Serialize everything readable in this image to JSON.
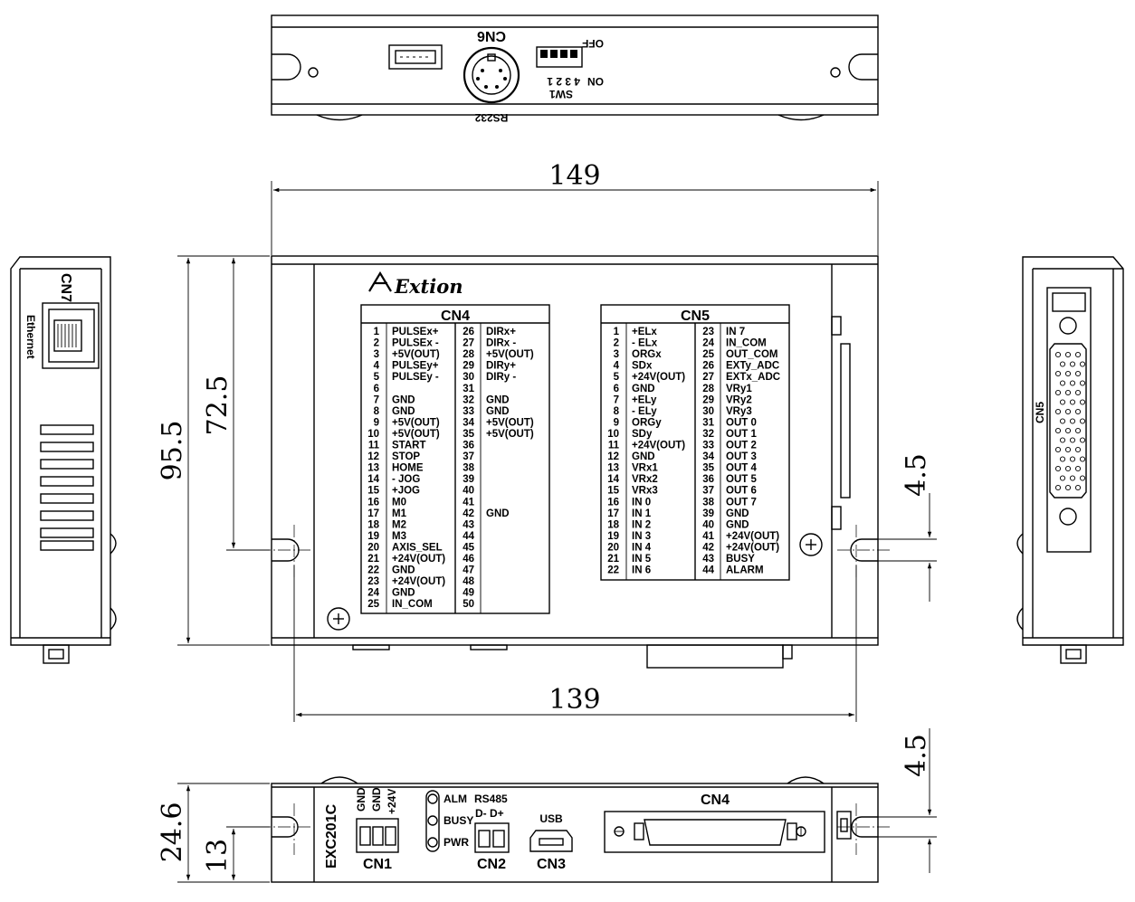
{
  "brand": "Extion",
  "model": "EXC201C",
  "dimensions": {
    "width_overall": "149",
    "width_mount": "139",
    "height_overall": "95.5",
    "height_mount": "72.5",
    "mount_hole_offset_side": "4.5",
    "mount_hole_offset_front": "4.5",
    "depth": "24.6",
    "hole_height": "13"
  },
  "top_view": {
    "cn6_label": "CN6",
    "rs232_label": "RS232",
    "off_label": "OFF",
    "on_label": "ON",
    "dip_numbers": "4 3 2 1",
    "sw1_label": "SW1"
  },
  "left_view": {
    "cn7_label": "CN7",
    "ethernet_label": "Ethernet"
  },
  "right_view": {
    "cn5_label": "CN5"
  },
  "front_view": {
    "model": "EXC201C",
    "cn1_label": "CN1",
    "cn1_pins": [
      "GND",
      "GND",
      "+24V"
    ],
    "leds": [
      "ALM",
      "BUSY",
      "PWR"
    ],
    "rs485_label": "RS485",
    "rs485_pins": "D- D+",
    "cn2_label": "CN2",
    "usb_label": "USB",
    "cn3_label": "CN3",
    "cn4_label": "CN4"
  },
  "cn4": {
    "title": "CN4",
    "rows": [
      [
        "1",
        "PULSEx+",
        "26",
        "DIRx+"
      ],
      [
        "2",
        "PULSEx -",
        "27",
        "DIRx -"
      ],
      [
        "3",
        "+5V(OUT)",
        "28",
        "+5V(OUT)"
      ],
      [
        "4",
        "PULSEy+",
        "29",
        "DIRy+"
      ],
      [
        "5",
        "PULSEy -",
        "30",
        "DIRy -"
      ],
      [
        "6",
        "",
        "31",
        ""
      ],
      [
        "7",
        "GND",
        "32",
        "GND"
      ],
      [
        "8",
        "GND",
        "33",
        "GND"
      ],
      [
        "9",
        "+5V(OUT)",
        "34",
        "+5V(OUT)"
      ],
      [
        "10",
        "+5V(OUT)",
        "35",
        "+5V(OUT)"
      ],
      [
        "11",
        "START",
        "36",
        ""
      ],
      [
        "12",
        "STOP",
        "37",
        ""
      ],
      [
        "13",
        "HOME",
        "38",
        ""
      ],
      [
        "14",
        "- JOG",
        "39",
        ""
      ],
      [
        "15",
        "+JOG",
        "40",
        ""
      ],
      [
        "16",
        "M0",
        "41",
        ""
      ],
      [
        "17",
        "M1",
        "42",
        "GND"
      ],
      [
        "18",
        "M2",
        "43",
        ""
      ],
      [
        "19",
        "M3",
        "44",
        ""
      ],
      [
        "20",
        "AXIS_SEL",
        "45",
        ""
      ],
      [
        "21",
        "+24V(OUT)",
        "46",
        ""
      ],
      [
        "22",
        "GND",
        "47",
        ""
      ],
      [
        "23",
        "+24V(OUT)",
        "48",
        ""
      ],
      [
        "24",
        "GND",
        "49",
        ""
      ],
      [
        "25",
        "IN_COM",
        "50",
        ""
      ]
    ]
  },
  "cn5": {
    "title": "CN5",
    "rows": [
      [
        "1",
        "+ELx",
        "23",
        "IN 7"
      ],
      [
        "2",
        "- ELx",
        "24",
        "IN_COM"
      ],
      [
        "3",
        "ORGx",
        "25",
        "OUT_COM"
      ],
      [
        "4",
        "SDx",
        "26",
        "EXTy_ADC"
      ],
      [
        "5",
        "+24V(OUT)",
        "27",
        "EXTx_ADC"
      ],
      [
        "6",
        "GND",
        "28",
        "VRy1"
      ],
      [
        "7",
        "+ELy",
        "29",
        "VRy2"
      ],
      [
        "8",
        "- ELy",
        "30",
        "VRy3"
      ],
      [
        "9",
        "ORGy",
        "31",
        "OUT 0"
      ],
      [
        "10",
        "SDy",
        "32",
        "OUT 1"
      ],
      [
        "11",
        "+24V(OUT)",
        "33",
        "OUT 2"
      ],
      [
        "12",
        "GND",
        "34",
        "OUT 3"
      ],
      [
        "13",
        "VRx1",
        "35",
        "OUT 4"
      ],
      [
        "14",
        "VRx2",
        "36",
        "OUT 5"
      ],
      [
        "15",
        "VRx3",
        "37",
        "OUT 6"
      ],
      [
        "16",
        "IN 0",
        "38",
        "OUT 7"
      ],
      [
        "17",
        "IN 1",
        "39",
        "GND"
      ],
      [
        "18",
        "IN 2",
        "40",
        "GND"
      ],
      [
        "19",
        "IN 3",
        "41",
        "+24V(OUT)"
      ],
      [
        "20",
        "IN 4",
        "42",
        "+24V(OUT)"
      ],
      [
        "21",
        "IN 5",
        "43",
        "BUSY"
      ],
      [
        "22",
        "IN 6",
        "44",
        "ALARM"
      ]
    ]
  }
}
